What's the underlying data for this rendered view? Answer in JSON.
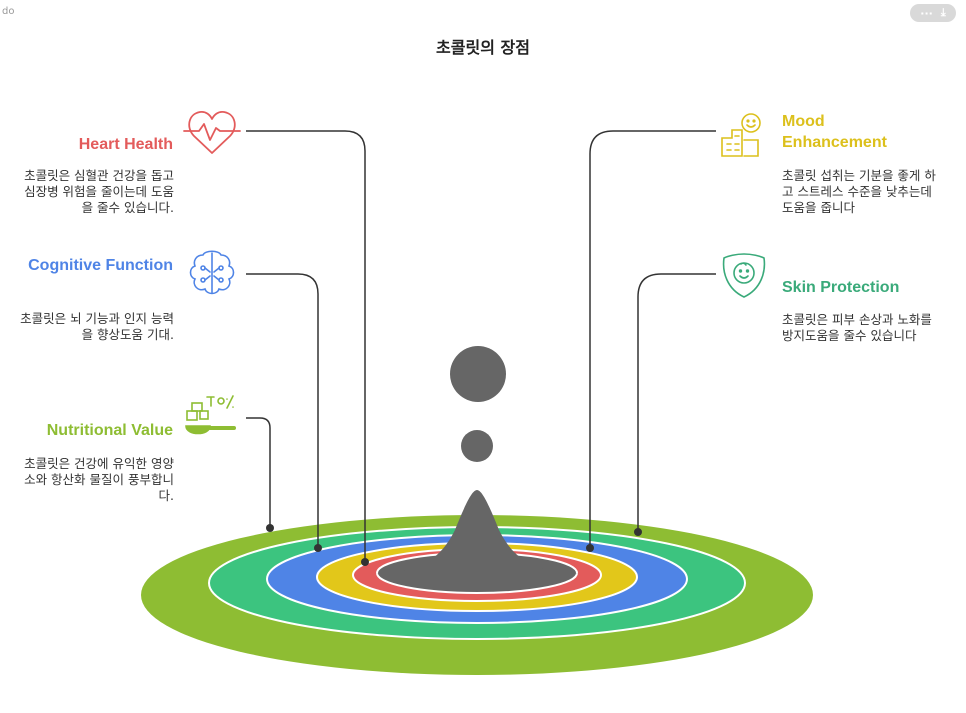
{
  "brand": "do",
  "toolbar": {
    "more_label": "···",
    "download_label": "⤓"
  },
  "title": "초콜릿의 장점",
  "colors": {
    "heart": "#e35b5b",
    "cognitive": "#4f84e6",
    "nutrition": "#8ebd33",
    "mood": "#dcc01c",
    "skin": "#3aaa7a",
    "core": "#666666"
  },
  "benefits": {
    "heart": {
      "title": "Heart Health",
      "desc": "초콜릿은 심혈관 건강을 돕고 심장병 위험을 줄이는데 도움을 줄수 있습니다.",
      "icon": "heart-pulse-icon"
    },
    "cognitive": {
      "title": "Cognitive Function",
      "desc": "초콜릿은 뇌 기능과 인지 능력을 향상도움 기대.",
      "icon": "brain-icon"
    },
    "nutrition": {
      "title": "Nutritional Value",
      "desc": "초콜릿은 건강에 유익한 영양소와 항산화 물질이 풍부합니다.",
      "icon": "nutrition-scoop-icon"
    },
    "mood": {
      "title": "Mood Enhancement",
      "desc": "초콜릿 섭취는 기분을 좋게 하고 스트레스 수준을 낮추는데 도움을 줍니다",
      "icon": "happy-person-icon"
    },
    "skin": {
      "title": "Skin Protection",
      "desc": "초콜릿은 피부 손상과 노화를 방지도움을 줄수 있습니다",
      "icon": "shield-face-icon"
    }
  }
}
